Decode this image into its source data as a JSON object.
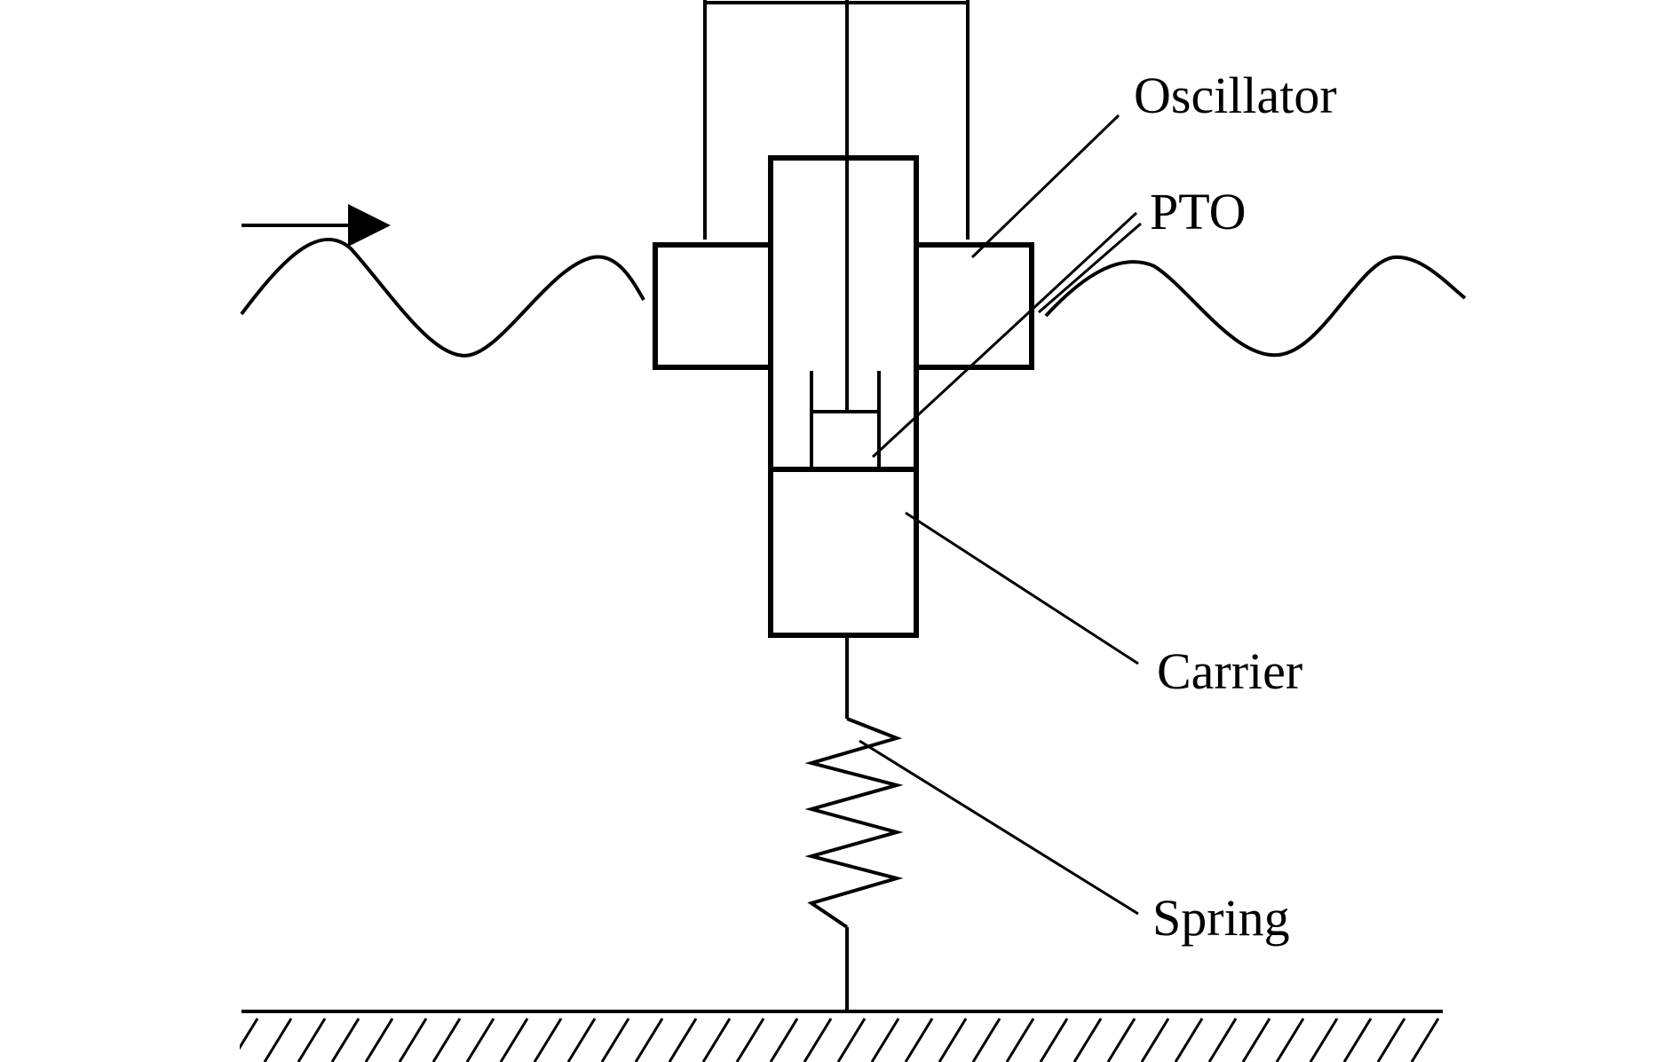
{
  "labels": {
    "oscillator": "Oscillator",
    "pto": "PTO",
    "carrier": "Carrier",
    "spring": "Spring"
  },
  "colors": {
    "stroke": "#000000",
    "background": "#ffffff"
  }
}
